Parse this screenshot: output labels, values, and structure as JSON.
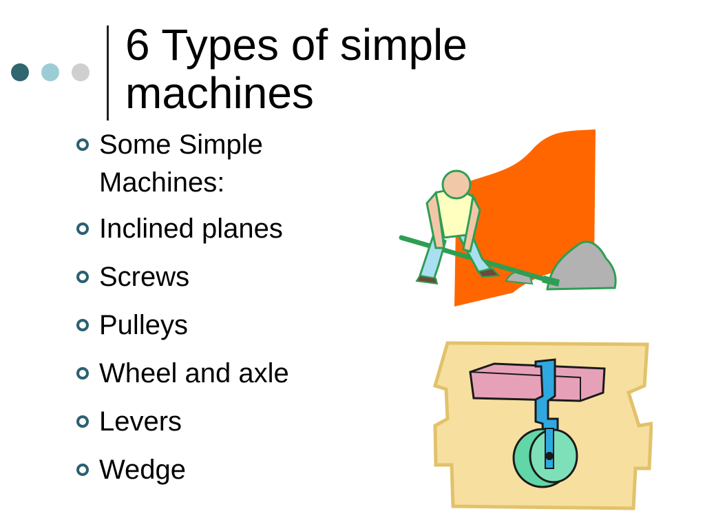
{
  "slide": {
    "title": "6 Types of simple machines",
    "bullets": [
      "Some Simple Machines:",
      "Inclined planes",
      "Screws",
      "Pulleys",
      "Wheel and axle",
      "Levers",
      "Wedge"
    ]
  },
  "colors": {
    "dot_dark": "#2f6670",
    "dot_mid": "#9ccdd4",
    "dot_light": "#cfcfcf",
    "bullet": "#2b6070",
    "flag": "#ff6600",
    "rock": "#b2b2b2",
    "outline_green": "#2e9e54",
    "pad_yellow": "#f7dfa0",
    "pink": "#e6a1b8",
    "wheel_green": "#62d6a6",
    "blue": "#2fa8e0"
  },
  "images": {
    "worker_clipart": "worker-with-lever-icon",
    "pulley_clipart": "pulley-wheel-icon"
  }
}
